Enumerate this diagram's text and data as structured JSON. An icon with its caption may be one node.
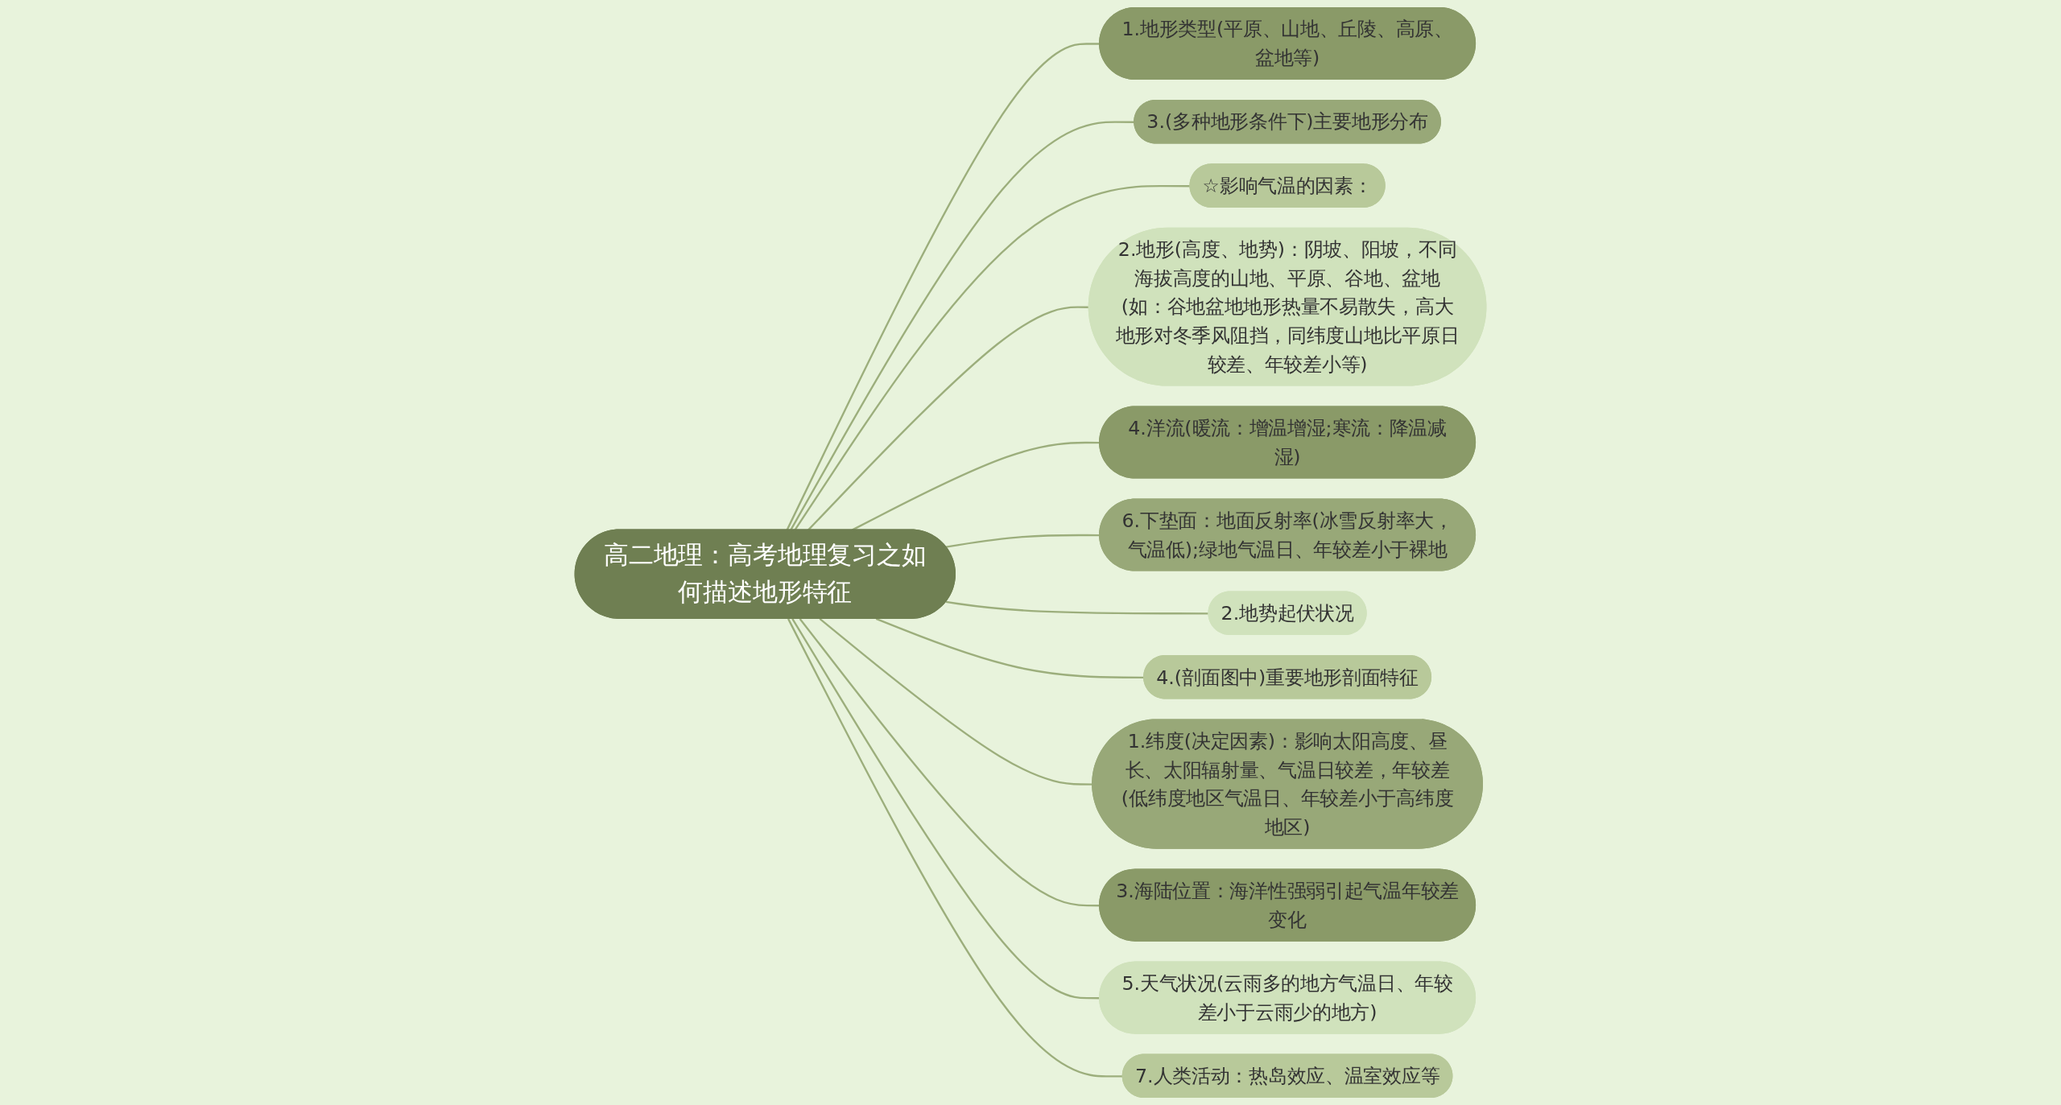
{
  "diagram": {
    "nodes": [
      {
        "text": [
          "高二地理：高考地理复习之如何描述地形特征"
        ]
      },
      {
        "text": [
          "1.地形类型(平原、山地、丘陵、高原、盆地等)"
        ]
      },
      {
        "text": [
          "3.(多种地形条件下)主要地形分布"
        ]
      },
      {
        "text": [
          "☆影响气温的因素："
        ]
      },
      {
        "text": [
          "2.地形(高度、地势)：阴坡、阳坡，不同海拔高度的山地、平原、谷地、盆地(如：谷地盆地地形热量不易散失，高大地形对冬季风阻挡，同纬度山地比平原日较差、年较差小等)"
        ]
      },
      {
        "text": [
          "4.洋流(暖流：增温增湿;寒流：降温减湿)"
        ]
      },
      {
        "text": [
          "6.下垫面：地面反射率(冰雪反射率大，气温低);绿地气温日、年较差小于裸地"
        ]
      },
      {
        "text": [
          "2.地势起伏状况"
        ]
      },
      {
        "text": [
          "4.(剖面图中)重要地形剖面特征"
        ]
      },
      {
        "text": [
          "1.纬度(决定因素)：影响太阳高度、昼长、太阳辐射量、气温日较差，年较差(低纬度地区气温日、年较差小于高纬度地区)"
        ]
      },
      {
        "text": [
          "3.海陆位置：海洋性强弱引起气温年较差变化"
        ]
      },
      {
        "text": [
          "5.天气状况(云雨多的地方气温日、年较差小于云雨少的地方)"
        ]
      },
      {
        "text": [
          "7.人类活动：热岛效应、温室效应等"
        ]
      }
    ],
    "edges": [
      {
        "from": 0,
        "to": 1,
        "arrow": "none"
      },
      {
        "from": 0,
        "to": 2,
        "arrow": "none"
      },
      {
        "from": 0,
        "to": 3,
        "arrow": "none"
      },
      {
        "from": 0,
        "to": 4,
        "arrow": "none"
      },
      {
        "from": 0,
        "to": 5,
        "arrow": "none"
      },
      {
        "from": 0,
        "to": 6,
        "arrow": "none"
      },
      {
        "from": 0,
        "to": 7,
        "arrow": "none"
      },
      {
        "from": 0,
        "to": 8,
        "arrow": "none"
      },
      {
        "from": 0,
        "to": 9,
        "arrow": "none"
      },
      {
        "from": 0,
        "to": 10,
        "arrow": "none"
      },
      {
        "from": 0,
        "to": 11,
        "arrow": "none"
      },
      {
        "from": 0,
        "to": 12,
        "arrow": "none"
      }
    ]
  }
}
